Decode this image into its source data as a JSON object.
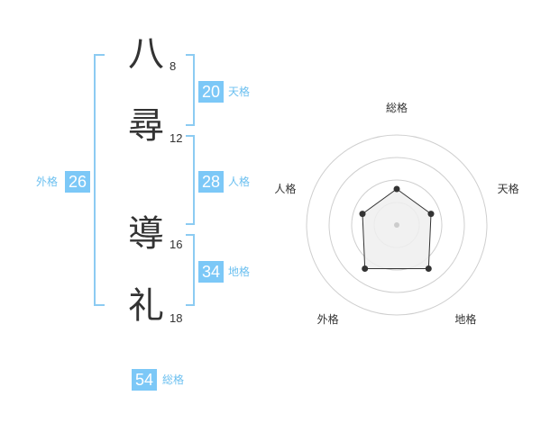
{
  "name": {
    "chars": [
      {
        "kanji": "八",
        "strokes": "8"
      },
      {
        "kanji": "尋",
        "strokes": "12"
      },
      {
        "kanji": "導",
        "strokes": "16"
      },
      {
        "kanji": "礼",
        "strokes": "18"
      }
    ]
  },
  "scores": {
    "tenkaku": {
      "value": "20",
      "label": "天格"
    },
    "jinkaku": {
      "value": "28",
      "label": "人格"
    },
    "chikaku": {
      "value": "34",
      "label": "地格"
    },
    "gaikaku": {
      "value": "26",
      "label": "外格"
    },
    "soukaku": {
      "value": "54",
      "label": "総格"
    }
  },
  "colors": {
    "accent": "#7cc8f7",
    "bracket": "#8ccbf2",
    "text": "#333333",
    "radar_fill": "#eeeeee"
  },
  "chart_data": {
    "type": "radar",
    "axes": [
      "総格",
      "天格",
      "地格",
      "外格",
      "人格"
    ],
    "series": [
      {
        "values": [
          2,
          2,
          3,
          3,
          2
        ]
      }
    ],
    "rmax": 5,
    "rings": 4,
    "grid": true
  }
}
